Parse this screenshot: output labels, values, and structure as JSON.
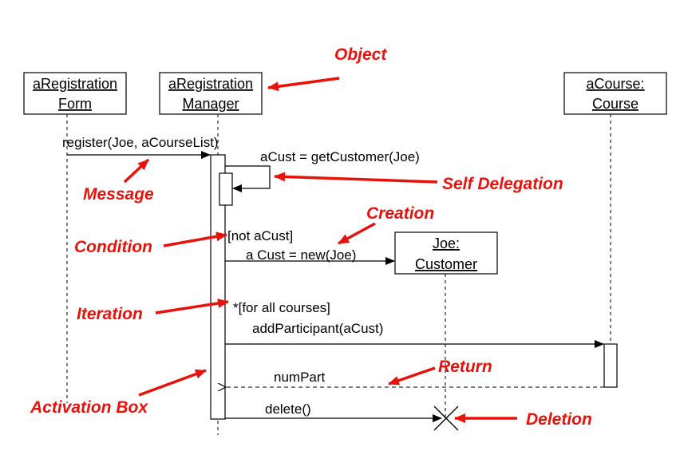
{
  "objects": {
    "form": {
      "line1": "aRegistration",
      "line2": "Form"
    },
    "manager": {
      "line1": "aRegistration",
      "line2": "Manager"
    },
    "customer": {
      "line1": "Joe:",
      "line2": "Customer"
    },
    "course": {
      "line1": "aCourse:",
      "line2": "Course"
    }
  },
  "messages": {
    "register": "register(Joe, aCourseList)",
    "get_customer": "aCust = getCustomer(Joe)",
    "condition": "[not aCust]",
    "create": "a Cust = new(Joe)",
    "iteration": "*[for all courses]",
    "add_participant": "addParticipant(aCust)",
    "return": "numPart",
    "delete": "delete()"
  },
  "annotations": {
    "object": "Object",
    "self_delegation": "Self Delegation",
    "message": "Message",
    "creation": "Creation",
    "condition": "Condition",
    "iteration": "Iteration",
    "return": "Return",
    "activation_box": "Activation Box",
    "deletion": "Deletion"
  },
  "colors": {
    "annotation": "#e8120c",
    "diagram": "#000000"
  }
}
